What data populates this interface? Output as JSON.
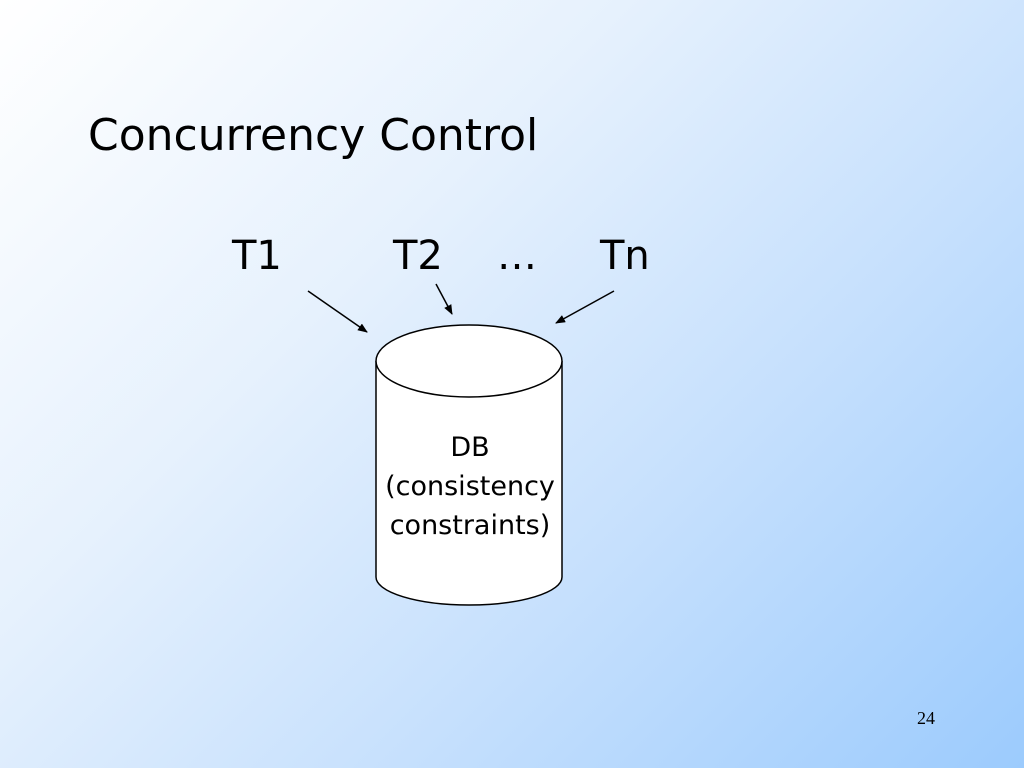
{
  "slide": {
    "title": "Concurrency Control",
    "page_number": "24"
  },
  "transactions": {
    "t1": "T1",
    "t2": "T2",
    "ellipsis": "…",
    "tn": "Tn"
  },
  "database": {
    "line1": "DB",
    "line2": "(consistency",
    "line3": "constraints)"
  },
  "colors": {
    "stroke": "#000000",
    "cylinder_fill": "#ffffff"
  }
}
